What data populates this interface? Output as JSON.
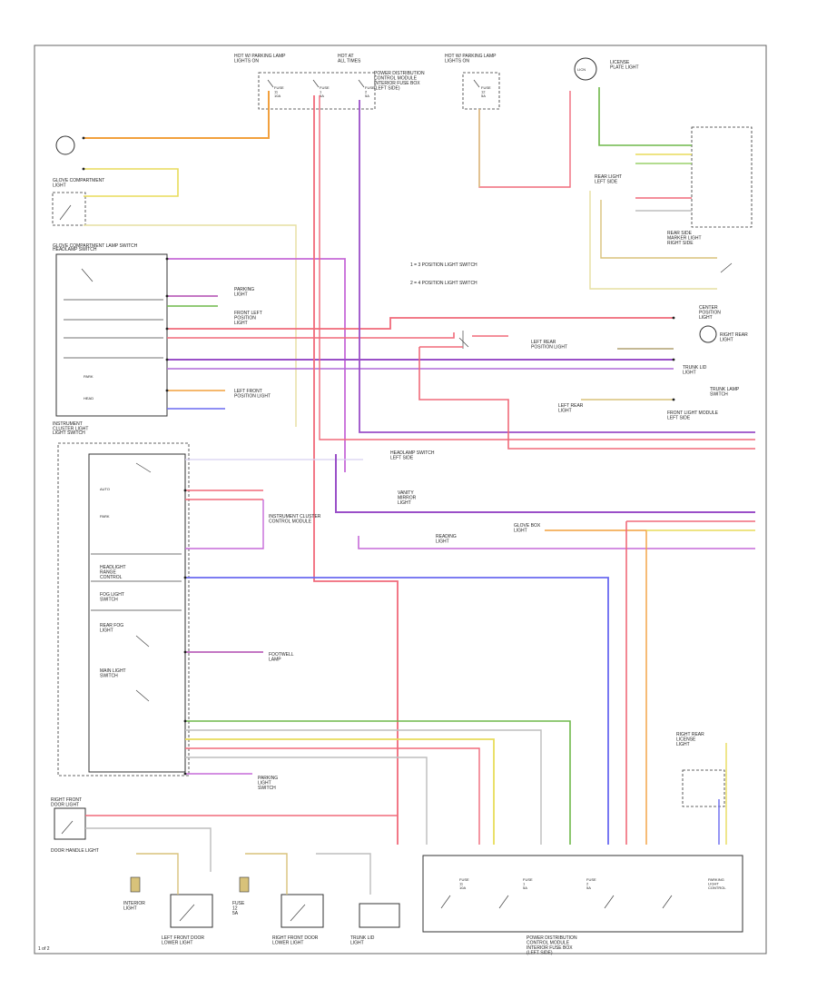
{
  "diagram": {
    "legend": [
      "1  = 3 POSITION LIGHT SWITCH",
      "2  = 4 POSITION LIGHT SWITCH"
    ],
    "components": {
      "top_fuse_left": "HOT W/ PARKING LAMP\nLIGHTS ON",
      "top_fuse_mid": "HOT AT\nALL TIMES",
      "top_fuse_right": "HOT W/ PARKING LAMP\nLIGHTS ON",
      "fuse_f1": "FUSE\n11\n10A",
      "fuse_f2": "FUSE\n1\n5A",
      "fuse_f3": "FUSE\n2\n5A",
      "fuse_f4": "FUSE\n12\n5A",
      "power_dist": "POWER DISTRIBUTION\nCONTROL MODULE\nINTERIOR FUSE BOX\n(LEFT SIDE)",
      "module_right": "PARKING\nLIGHT\nCONTROL",
      "license_light": "LICENSE\nPLATE LIGHT",
      "glove_box_light": "GLOVE COMPARTMENT\nLIGHT",
      "glove_box_switch": "GLOVE COMPARTMENT LAMP SWITCH",
      "dash_light_switch": "HEADLAMP SWITCH",
      "front_left_panel": "FRONT LEFT\nPOSITION\nLIGHT",
      "park_light_left": "PARKING\nLIGHT",
      "headlight_sw_box": "INSTRUMENT\nCLUSTER LIGHT",
      "rear_comp": "REAR SIDE\nMARKER LIGHT\nRIGHT SIDE",
      "rear_right_lamp": "RIGHT REAR\nLICENSE\nLIGHT",
      "instrument_cluster": "INSTRUMENT CLUSTER\nCONTROL MODULE",
      "position_light_front": "LEFT FRONT\nPOSITION LIGHT",
      "position_light_rear": "LEFT REAR\nPOSITION LIGHT",
      "trunk_lid_light": "TRUNK LID\nLIGHT",
      "license_right": "RIGHT REAR\nLIGHT",
      "center_position": "CENTER\nPOSITION\nLIGHT",
      "left_headlamp": "HEADLAMP SWITCH\nLEFT SIDE",
      "rear_light_box": "REAR LIGHT\nLEFT SIDE",
      "front_light_module": "FRONT LIGHT MODULE\nLEFT SIDE",
      "trunk_harness": "TRUNK LAMP\nSWITCH",
      "left_door_lower": "LEFT FRONT DOOR\nLOWER LIGHT",
      "right_door_lower": "RIGHT FRONT DOOR\nLOWER LIGHT",
      "right_front_door_light": "RIGHT FRONT\nDOOR LIGHT",
      "door_hand_light": "DOOR HANDLE LIGHT",
      "light_sw_label": "LIGHT SWITCH",
      "interior_dome": "INTERIOR\nLIGHT",
      "left_rear_light": "LEFT REAR\nLIGHT",
      "footwell_lamp": "FOOTWELL\nLAMP",
      "vanity_mirror": "VANITY\nMIRROR\nLIGHT",
      "glove_light_2": "GLOVE BOX\nLIGHT",
      "reading_light": "READING\nLIGHT",
      "headlight_range": "HEADLIGHT\nRANGE\nCONTROL",
      "parking_light_sw": "PARKING\nLIGHT\nSWITCH",
      "fog_light": "FOG LIGHT\nSWITCH",
      "rear_fog": "REAR FOG\nLIGHT",
      "main_light": "MAIN LIGHT\nSWITCH",
      "page_number": "1 of 2"
    },
    "wire_colors": {
      "orange": "#f2a03d",
      "yellow": "#e8dc5a",
      "pink": "#f06a7a",
      "purple": "#9a4fc8",
      "violet": "#c66ad8",
      "blue": "#6a6af0",
      "green": "#6fb84a",
      "tan": "#d8c27a",
      "gray": "#bdbdbd",
      "lightgreen": "#9ad06a",
      "black": "#333333"
    }
  }
}
